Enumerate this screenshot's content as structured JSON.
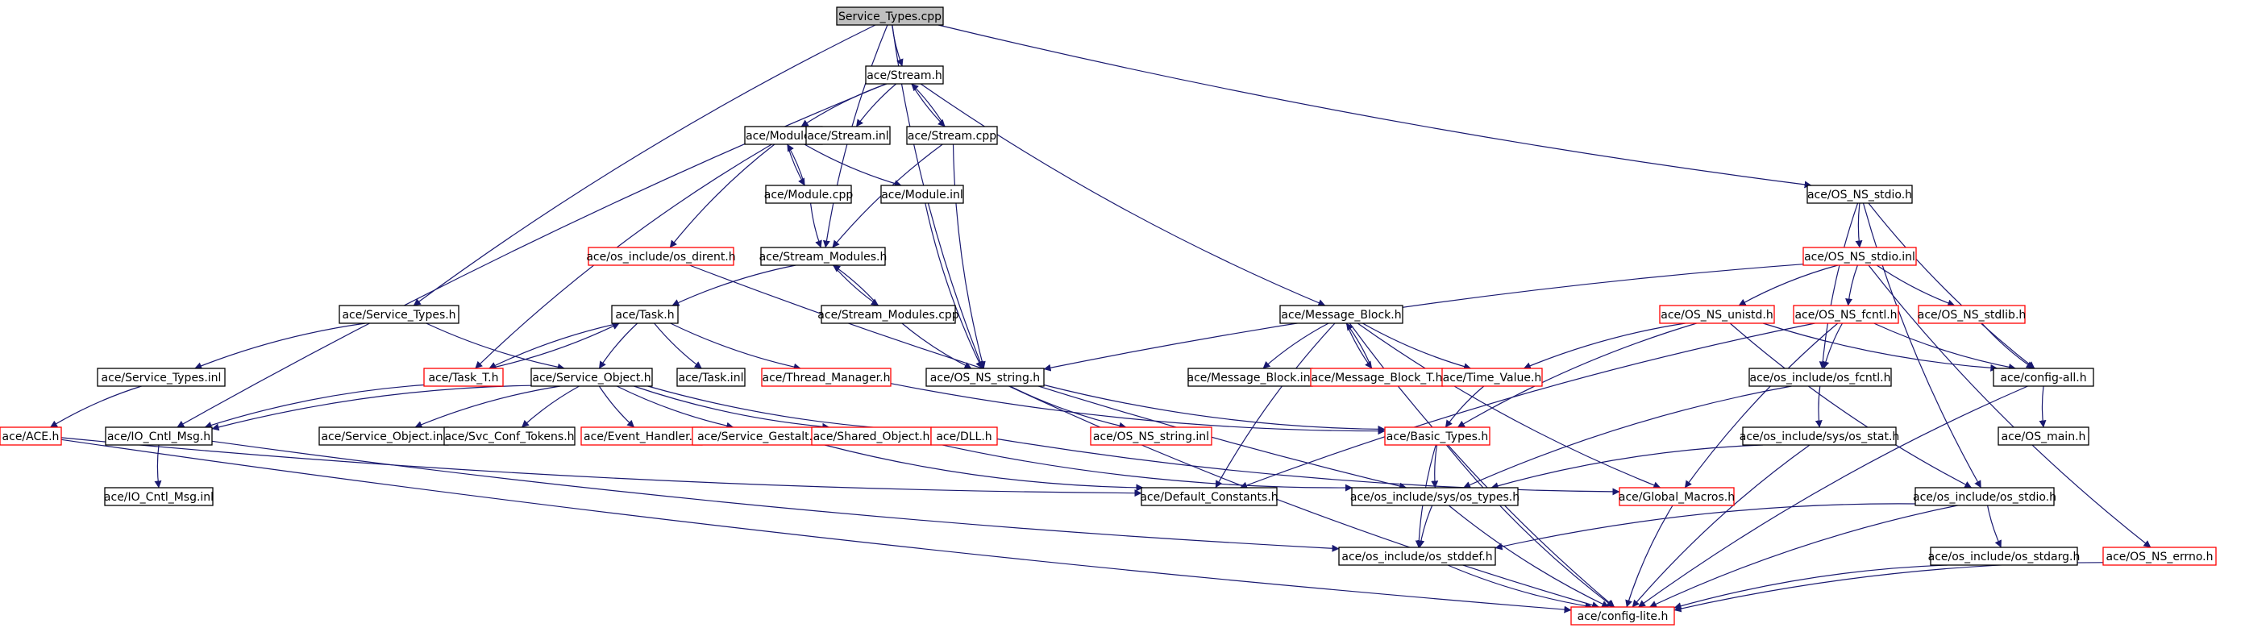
{
  "diagram": {
    "colors": {
      "edge": "#191970",
      "complete": "#000000",
      "truncated": "#ff0000",
      "root_fill": "#bfbfbf"
    },
    "nodes": [
      {
        "id": "service_types_cpp",
        "label": "Service_Types.cpp",
        "kind": "root"
      },
      {
        "id": "stream_h",
        "label": "ace/Stream.h",
        "kind": "complete"
      },
      {
        "id": "module_h",
        "label": "ace/Module.h",
        "kind": "complete"
      },
      {
        "id": "stream_inl",
        "label": "ace/Stream.inl",
        "kind": "complete"
      },
      {
        "id": "stream_cpp",
        "label": "ace/Stream.cpp",
        "kind": "complete"
      },
      {
        "id": "module_cpp",
        "label": "ace/Module.cpp",
        "kind": "complete"
      },
      {
        "id": "module_inl",
        "label": "ace/Module.inl",
        "kind": "complete"
      },
      {
        "id": "os_dirent_h",
        "label": "ace/os_include/os_dirent.h",
        "kind": "truncated"
      },
      {
        "id": "stream_modules_h",
        "label": "ace/Stream_Modules.h",
        "kind": "complete"
      },
      {
        "id": "stream_modules_cpp",
        "label": "ace/Stream_Modules.cpp",
        "kind": "complete"
      },
      {
        "id": "service_types_h",
        "label": "ace/Service_Types.h",
        "kind": "complete"
      },
      {
        "id": "task_h",
        "label": "ace/Task.h",
        "kind": "complete"
      },
      {
        "id": "service_types_inl",
        "label": "ace/Service_Types.inl",
        "kind": "complete"
      },
      {
        "id": "task_t_h",
        "label": "ace/Task_T.h",
        "kind": "truncated"
      },
      {
        "id": "service_object_h",
        "label": "ace/Service_Object.h",
        "kind": "complete"
      },
      {
        "id": "task_inl",
        "label": "ace/Task.inl",
        "kind": "complete"
      },
      {
        "id": "thread_manager_h",
        "label": "ace/Thread_Manager.h",
        "kind": "truncated"
      },
      {
        "id": "os_ns_string_h",
        "label": "ace/OS_NS_string.h",
        "kind": "complete"
      },
      {
        "id": "ace_h",
        "label": "ace/ACE.h",
        "kind": "truncated"
      },
      {
        "id": "io_cntl_msg_h",
        "label": "ace/IO_Cntl_Msg.h",
        "kind": "complete"
      },
      {
        "id": "service_object_inl",
        "label": "ace/Service_Object.inl",
        "kind": "complete"
      },
      {
        "id": "svc_conf_tokens_h",
        "label": "ace/Svc_Conf_Tokens.h",
        "kind": "complete"
      },
      {
        "id": "event_handler_h",
        "label": "ace/Event_Handler.h",
        "kind": "truncated"
      },
      {
        "id": "service_gestalt_h",
        "label": "ace/Service_Gestalt.h",
        "kind": "truncated"
      },
      {
        "id": "shared_object_h",
        "label": "ace/Shared_Object.h",
        "kind": "truncated"
      },
      {
        "id": "dll_h",
        "label": "ace/DLL.h",
        "kind": "truncated"
      },
      {
        "id": "io_cntl_msg_inl",
        "label": "ace/IO_Cntl_Msg.inl",
        "kind": "complete"
      },
      {
        "id": "os_ns_string_inl",
        "label": "ace/OS_NS_string.inl",
        "kind": "truncated"
      },
      {
        "id": "message_block_h",
        "label": "ace/Message_Block.h",
        "kind": "complete"
      },
      {
        "id": "message_block_inl",
        "label": "ace/Message_Block.inl",
        "kind": "complete"
      },
      {
        "id": "message_block_t_h",
        "label": "ace/Message_Block_T.h",
        "kind": "truncated"
      },
      {
        "id": "time_value_h",
        "label": "ace/Time_Value.h",
        "kind": "truncated"
      },
      {
        "id": "basic_types_h",
        "label": "ace/Basic_Types.h",
        "kind": "truncated"
      },
      {
        "id": "default_constants_h",
        "label": "ace/Default_Constants.h",
        "kind": "complete"
      },
      {
        "id": "os_types_h",
        "label": "ace/os_include/sys/os_types.h",
        "kind": "complete"
      },
      {
        "id": "global_macros_h",
        "label": "ace/Global_Macros.h",
        "kind": "truncated"
      },
      {
        "id": "os_stddef_h",
        "label": "ace/os_include/os_stddef.h",
        "kind": "complete"
      },
      {
        "id": "config_lite_h",
        "label": "ace/config-lite.h",
        "kind": "truncated"
      },
      {
        "id": "os_ns_stdio_h",
        "label": "ace/OS_NS_stdio.h",
        "kind": "complete"
      },
      {
        "id": "os_ns_stdio_inl",
        "label": "ace/OS_NS_stdio.inl",
        "kind": "truncated"
      },
      {
        "id": "os_ns_unistd_h",
        "label": "ace/OS_NS_unistd.h",
        "kind": "truncated"
      },
      {
        "id": "os_ns_fcntl_h",
        "label": "ace/OS_NS_fcntl.h",
        "kind": "truncated"
      },
      {
        "id": "os_ns_stdlib_h",
        "label": "ace/OS_NS_stdlib.h",
        "kind": "truncated"
      },
      {
        "id": "os_fcntl_h",
        "label": "ace/os_include/os_fcntl.h",
        "kind": "complete"
      },
      {
        "id": "config_all_h",
        "label": "ace/config-all.h",
        "kind": "complete"
      },
      {
        "id": "os_stat_h",
        "label": "ace/os_include/sys/os_stat.h",
        "kind": "complete"
      },
      {
        "id": "os_main_h",
        "label": "ace/OS_main.h",
        "kind": "complete"
      },
      {
        "id": "os_stdio_h",
        "label": "ace/os_include/os_stdio.h",
        "kind": "complete"
      },
      {
        "id": "os_stdarg_h",
        "label": "ace/os_include/os_stdarg.h",
        "kind": "complete"
      },
      {
        "id": "os_ns_errno_h",
        "label": "ace/OS_NS_errno.h",
        "kind": "truncated"
      }
    ],
    "edges": [
      [
        "service_types_cpp",
        "stream_h"
      ],
      [
        "service_types_cpp",
        "service_types_h"
      ],
      [
        "service_types_cpp",
        "stream_modules_h"
      ],
      [
        "service_types_cpp",
        "os_ns_string_h"
      ],
      [
        "service_types_cpp",
        "os_ns_stdio_h"
      ],
      [
        "stream_h",
        "module_h"
      ],
      [
        "stream_h",
        "stream_inl"
      ],
      [
        "stream_h",
        "stream_cpp"
      ],
      [
        "stream_h",
        "io_cntl_msg_h"
      ],
      [
        "stream_h",
        "message_block_h"
      ],
      [
        "stream_cpp",
        "stream_h"
      ],
      [
        "stream_cpp",
        "stream_modules_h"
      ],
      [
        "stream_cpp",
        "os_ns_string_h"
      ],
      [
        "module_h",
        "module_cpp"
      ],
      [
        "module_h",
        "module_inl"
      ],
      [
        "module_h",
        "os_dirent_h"
      ],
      [
        "module_h",
        "task_t_h"
      ],
      [
        "module_cpp",
        "module_h"
      ],
      [
        "module_cpp",
        "stream_modules_h"
      ],
      [
        "module_inl",
        "os_ns_string_h"
      ],
      [
        "stream_modules_h",
        "task_h"
      ],
      [
        "stream_modules_h",
        "stream_modules_cpp"
      ],
      [
        "stream_modules_cpp",
        "stream_modules_h"
      ],
      [
        "stream_modules_cpp",
        "os_ns_string_h"
      ],
      [
        "os_dirent_h",
        "os_types_h"
      ],
      [
        "service_types_h",
        "service_types_inl"
      ],
      [
        "service_types_h",
        "service_object_h"
      ],
      [
        "service_types_inl",
        "ace_h"
      ],
      [
        "task_h",
        "task_t_h"
      ],
      [
        "task_h",
        "service_object_h"
      ],
      [
        "task_h",
        "task_inl"
      ],
      [
        "task_h",
        "thread_manager_h"
      ],
      [
        "task_t_h",
        "task_h"
      ],
      [
        "task_t_h",
        "io_cntl_msg_h"
      ],
      [
        "service_object_h",
        "io_cntl_msg_h"
      ],
      [
        "service_object_h",
        "service_object_inl"
      ],
      [
        "service_object_h",
        "svc_conf_tokens_h"
      ],
      [
        "service_object_h",
        "event_handler_h"
      ],
      [
        "service_object_h",
        "service_gestalt_h"
      ],
      [
        "service_object_h",
        "shared_object_h"
      ],
      [
        "service_object_h",
        "dll_h"
      ],
      [
        "thread_manager_h",
        "basic_types_h"
      ],
      [
        "os_ns_string_h",
        "os_ns_string_inl"
      ],
      [
        "os_ns_string_h",
        "basic_types_h"
      ],
      [
        "os_ns_string_h",
        "config_lite_h"
      ],
      [
        "ace_h",
        "default_constants_h"
      ],
      [
        "ace_h",
        "config_lite_h"
      ],
      [
        "io_cntl_msg_h",
        "io_cntl_msg_inl"
      ],
      [
        "io_cntl_msg_h",
        "os_stddef_h"
      ],
      [
        "service_gestalt_h",
        "default_constants_h"
      ],
      [
        "shared_object_h",
        "os_types_h"
      ],
      [
        "dll_h",
        "global_macros_h"
      ],
      [
        "message_block_h",
        "message_block_inl"
      ],
      [
        "message_block_h",
        "message_block_t_h"
      ],
      [
        "message_block_h",
        "time_value_h"
      ],
      [
        "message_block_h",
        "default_constants_h"
      ],
      [
        "message_block_h",
        "global_macros_h"
      ],
      [
        "message_block_h",
        "config_lite_h"
      ],
      [
        "message_block_t_h",
        "message_block_h"
      ],
      [
        "time_value_h",
        "basic_types_h"
      ],
      [
        "basic_types_h",
        "os_types_h"
      ],
      [
        "basic_types_h",
        "os_stddef_h"
      ],
      [
        "basic_types_h",
        "config_lite_h"
      ],
      [
        "os_types_h",
        "os_stddef_h"
      ],
      [
        "os_types_h",
        "config_lite_h"
      ],
      [
        "global_macros_h",
        "config_lite_h"
      ],
      [
        "os_stddef_h",
        "config_lite_h"
      ],
      [
        "os_ns_stdio_h",
        "os_ns_stdio_inl"
      ],
      [
        "os_ns_stdio_h",
        "os_fcntl_h"
      ],
      [
        "os_ns_stdio_h",
        "config_all_h"
      ],
      [
        "os_ns_stdio_h",
        "os_stdio_h"
      ],
      [
        "os_ns_stdio_inl",
        "os_ns_unistd_h"
      ],
      [
        "os_ns_stdio_inl",
        "os_ns_fcntl_h"
      ],
      [
        "os_ns_stdio_inl",
        "os_ns_stdlib_h"
      ],
      [
        "os_ns_stdio_inl",
        "os_ns_string_h"
      ],
      [
        "os_ns_stdio_inl",
        "os_ns_errno_h"
      ],
      [
        "os_ns_unistd_h",
        "time_value_h"
      ],
      [
        "os_ns_unistd_h",
        "basic_types_h"
      ],
      [
        "os_ns_unistd_h",
        "config_all_h"
      ],
      [
        "os_ns_unistd_h",
        "os_stdio_h"
      ],
      [
        "os_ns_fcntl_h",
        "os_fcntl_h"
      ],
      [
        "os_ns_fcntl_h",
        "default_constants_h"
      ],
      [
        "os_ns_fcntl_h",
        "global_macros_h"
      ],
      [
        "os_ns_fcntl_h",
        "config_all_h"
      ],
      [
        "os_ns_stdlib_h",
        "config_all_h"
      ],
      [
        "os_fcntl_h",
        "os_stat_h"
      ],
      [
        "os_fcntl_h",
        "os_types_h"
      ],
      [
        "os_stat_h",
        "os_types_h"
      ],
      [
        "os_stat_h",
        "config_lite_h"
      ],
      [
        "config_all_h",
        "os_main_h"
      ],
      [
        "config_all_h",
        "config_lite_h"
      ],
      [
        "os_stdio_h",
        "os_stddef_h"
      ],
      [
        "os_stdio_h",
        "os_stdarg_h"
      ],
      [
        "os_stdio_h",
        "config_lite_h"
      ],
      [
        "os_stdarg_h",
        "config_lite_h"
      ],
      [
        "os_ns_errno_h",
        "config_lite_h"
      ]
    ]
  }
}
